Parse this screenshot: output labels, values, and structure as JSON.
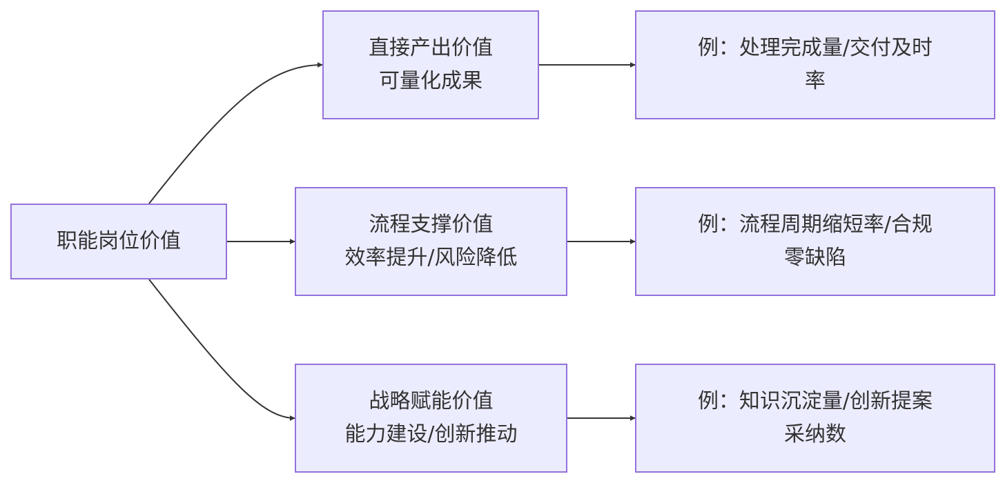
{
  "diagram": {
    "root": {
      "label": "职能岗位价值"
    },
    "branches": [
      {
        "title": "直接产出价值",
        "subtitle": "可量化成果",
        "example_line1": "例：处理完成量/交付及时",
        "example_line2": "率"
      },
      {
        "title": "流程支撑价值",
        "subtitle": "效率提升/风险降低",
        "example_line1": "例：流程周期缩短率/合规",
        "example_line2": "零缺陷"
      },
      {
        "title": "战略赋能价值",
        "subtitle": "能力建设/创新推动",
        "example_line1": "例：知识沉淀量/创新提案",
        "example_line2": "采纳数"
      }
    ],
    "colors": {
      "node_fill": "#ececff",
      "node_border": "#9370db",
      "edge": "#333333",
      "text": "#333333"
    }
  }
}
